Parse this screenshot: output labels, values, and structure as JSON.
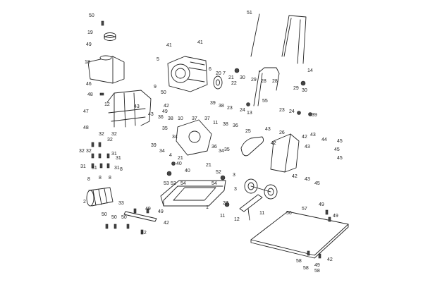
{
  "diagram": {
    "labels": [
      {
        "id": "l50a",
        "text": "50"
      },
      {
        "id": "l19",
        "text": "19"
      },
      {
        "id": "l49a",
        "text": "49"
      },
      {
        "id": "l18",
        "text": "18"
      },
      {
        "id": "l46",
        "text": "46"
      },
      {
        "id": "l48a",
        "text": "48"
      },
      {
        "id": "l12a",
        "text": "12"
      },
      {
        "id": "l47",
        "text": "47"
      },
      {
        "id": "l48b",
        "text": "48"
      },
      {
        "id": "l9",
        "text": "9"
      },
      {
        "id": "l50b",
        "text": "50"
      },
      {
        "id": "l42a",
        "text": "42"
      },
      {
        "id": "l49b",
        "text": "49"
      },
      {
        "id": "l43a",
        "text": "43"
      },
      {
        "id": "l43b",
        "text": "43"
      },
      {
        "id": "l41a",
        "text": "41"
      },
      {
        "id": "l41b",
        "text": "41"
      },
      {
        "id": "l5",
        "text": "5"
      },
      {
        "id": "l6",
        "text": "6"
      },
      {
        "id": "l20",
        "text": "20"
      },
      {
        "id": "l7",
        "text": "7"
      },
      {
        "id": "l21a",
        "text": "21"
      },
      {
        "id": "l22",
        "text": "22"
      },
      {
        "id": "l51",
        "text": "51"
      },
      {
        "id": "l14",
        "text": "14"
      },
      {
        "id": "l30a",
        "text": "30"
      },
      {
        "id": "l29a",
        "text": "29"
      },
      {
        "id": "l28a",
        "text": "28"
      },
      {
        "id": "l28b",
        "text": "28"
      },
      {
        "id": "l29b",
        "text": "29"
      },
      {
        "id": "l30b",
        "text": "30"
      },
      {
        "id": "l39a",
        "text": "39"
      },
      {
        "id": "l38a",
        "text": "38"
      },
      {
        "id": "l23",
        "text": "23"
      },
      {
        "id": "l24a",
        "text": "24"
      },
      {
        "id": "l13",
        "text": "13"
      },
      {
        "id": "l55",
        "text": "55"
      },
      {
        "id": "l23b",
        "text": "23"
      },
      {
        "id": "l24b",
        "text": "24"
      },
      {
        "id": "l39b",
        "text": "39"
      },
      {
        "id": "l36",
        "text": "36"
      },
      {
        "id": "l38b",
        "text": "38"
      },
      {
        "id": "l10",
        "text": "10"
      },
      {
        "id": "l37",
        "text": "37"
      },
      {
        "id": "l35a",
        "text": "35"
      },
      {
        "id": "l34a",
        "text": "34"
      },
      {
        "id": "l37b",
        "text": "37"
      },
      {
        "id": "l11a",
        "text": "11"
      },
      {
        "id": "l38c",
        "text": "38"
      },
      {
        "id": "l36b",
        "text": "36"
      },
      {
        "id": "l25",
        "text": "25"
      },
      {
        "id": "l43c",
        "text": "43"
      },
      {
        "id": "l26",
        "text": "26"
      },
      {
        "id": "l42b",
        "text": "42"
      },
      {
        "id": "l42c",
        "text": "42"
      },
      {
        "id": "l43d",
        "text": "43"
      },
      {
        "id": "l45a",
        "text": "45"
      },
      {
        "id": "l44",
        "text": "44"
      },
      {
        "id": "l45b",
        "text": "45"
      },
      {
        "id": "l43e",
        "text": "43"
      },
      {
        "id": "l45c",
        "text": "45"
      },
      {
        "id": "l42d",
        "text": "42"
      },
      {
        "id": "l43f",
        "text": "43"
      },
      {
        "id": "l45d",
        "text": "45"
      },
      {
        "id": "l32a",
        "text": "32"
      },
      {
        "id": "l32b",
        "text": "32"
      },
      {
        "id": "l32c",
        "text": "32"
      },
      {
        "id": "l32d",
        "text": "32"
      },
      {
        "id": "l32e",
        "text": "32"
      },
      {
        "id": "l31a",
        "text": "31"
      },
      {
        "id": "l31b",
        "text": "31"
      },
      {
        "id": "l31c",
        "text": "31"
      },
      {
        "id": "l31d",
        "text": "31"
      },
      {
        "id": "l31e",
        "text": "31"
      },
      {
        "id": "l8a",
        "text": "8"
      },
      {
        "id": "l8b",
        "text": "8"
      },
      {
        "id": "l8c",
        "text": "8"
      },
      {
        "id": "l8d",
        "text": "8"
      },
      {
        "id": "l39c",
        "text": "39"
      },
      {
        "id": "l34b",
        "text": "34"
      },
      {
        "id": "l4",
        "text": "4"
      },
      {
        "id": "l36c",
        "text": "36"
      },
      {
        "id": "l34c",
        "text": "34"
      },
      {
        "id": "l35b",
        "text": "35"
      },
      {
        "id": "l40a",
        "text": "40"
      },
      {
        "id": "l40b",
        "text": "40"
      },
      {
        "id": "l21b",
        "text": "21"
      },
      {
        "id": "l21c",
        "text": "21"
      },
      {
        "id": "l53",
        "text": "53"
      },
      {
        "id": "l52a",
        "text": "52"
      },
      {
        "id": "l54a",
        "text": "54"
      },
      {
        "id": "l54b",
        "text": "54"
      },
      {
        "id": "l52b",
        "text": "52"
      },
      {
        "id": "l3a",
        "text": "3"
      },
      {
        "id": "l3b",
        "text": "3"
      },
      {
        "id": "l2",
        "text": "2"
      },
      {
        "id": "l33",
        "text": "33"
      },
      {
        "id": "l49c",
        "text": "49"
      },
      {
        "id": "l49d",
        "text": "49"
      },
      {
        "id": "l1",
        "text": "1"
      },
      {
        "id": "l42e",
        "text": "42"
      },
      {
        "id": "l27",
        "text": "27"
      },
      {
        "id": "l11b",
        "text": "11"
      },
      {
        "id": "l12b",
        "text": "12"
      },
      {
        "id": "l11c",
        "text": "11"
      },
      {
        "id": "l50c",
        "text": "50"
      },
      {
        "id": "l50d",
        "text": "50"
      },
      {
        "id": "l50e",
        "text": "50"
      },
      {
        "id": "l42f",
        "text": "42"
      },
      {
        "id": "l56",
        "text": "56"
      },
      {
        "id": "l57",
        "text": "57"
      },
      {
        "id": "l49e",
        "text": "49"
      },
      {
        "id": "l49f",
        "text": "49"
      },
      {
        "id": "l58a",
        "text": "58"
      },
      {
        "id": "l58b",
        "text": "58"
      },
      {
        "id": "l49g",
        "text": "49"
      },
      {
        "id": "l42g",
        "text": "42"
      },
      {
        "id": "l58c",
        "text": "58"
      }
    ]
  }
}
